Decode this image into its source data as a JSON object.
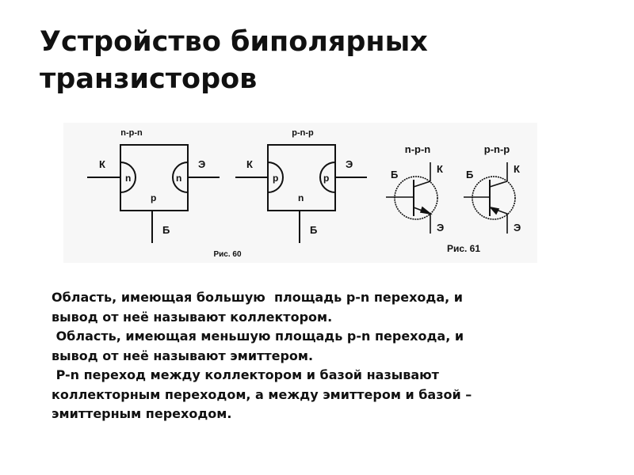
{
  "slide": {
    "title_line1": "Устройство биполярных",
    "title_line2": "транзисторов"
  },
  "figure60": {
    "npn": {
      "label": "n-p-n",
      "left": "n",
      "right": "n",
      "middle": "p",
      "k": "К",
      "e": "Э",
      "b": "Б"
    },
    "pnp": {
      "label": "p-n-p",
      "left": "p",
      "right": "p",
      "middle": "n",
      "k": "К",
      "e": "Э",
      "b": "Б"
    },
    "caption": "Рис. 60"
  },
  "figure61": {
    "npn": {
      "label": "n-p-n",
      "b": "Б",
      "k": "К",
      "e": "Э"
    },
    "pnp": {
      "label": "p-n-p",
      "b": "Б",
      "k": "К",
      "e": "Э"
    },
    "caption": "Рис. 61"
  },
  "body": {
    "lines": [
      "Область, имеющая большую  площадь p-n перехода, и",
      "вывод от неё называют коллектором.",
      " Область, имеющая меньшую площадь p-n перехода, и",
      "вывод от неё называют эмиттером.",
      " P-n переход между коллектором и базой называют",
      "коллекторным переходом, а между эмиттером и базой –",
      "эмиттерным переходом."
    ]
  }
}
